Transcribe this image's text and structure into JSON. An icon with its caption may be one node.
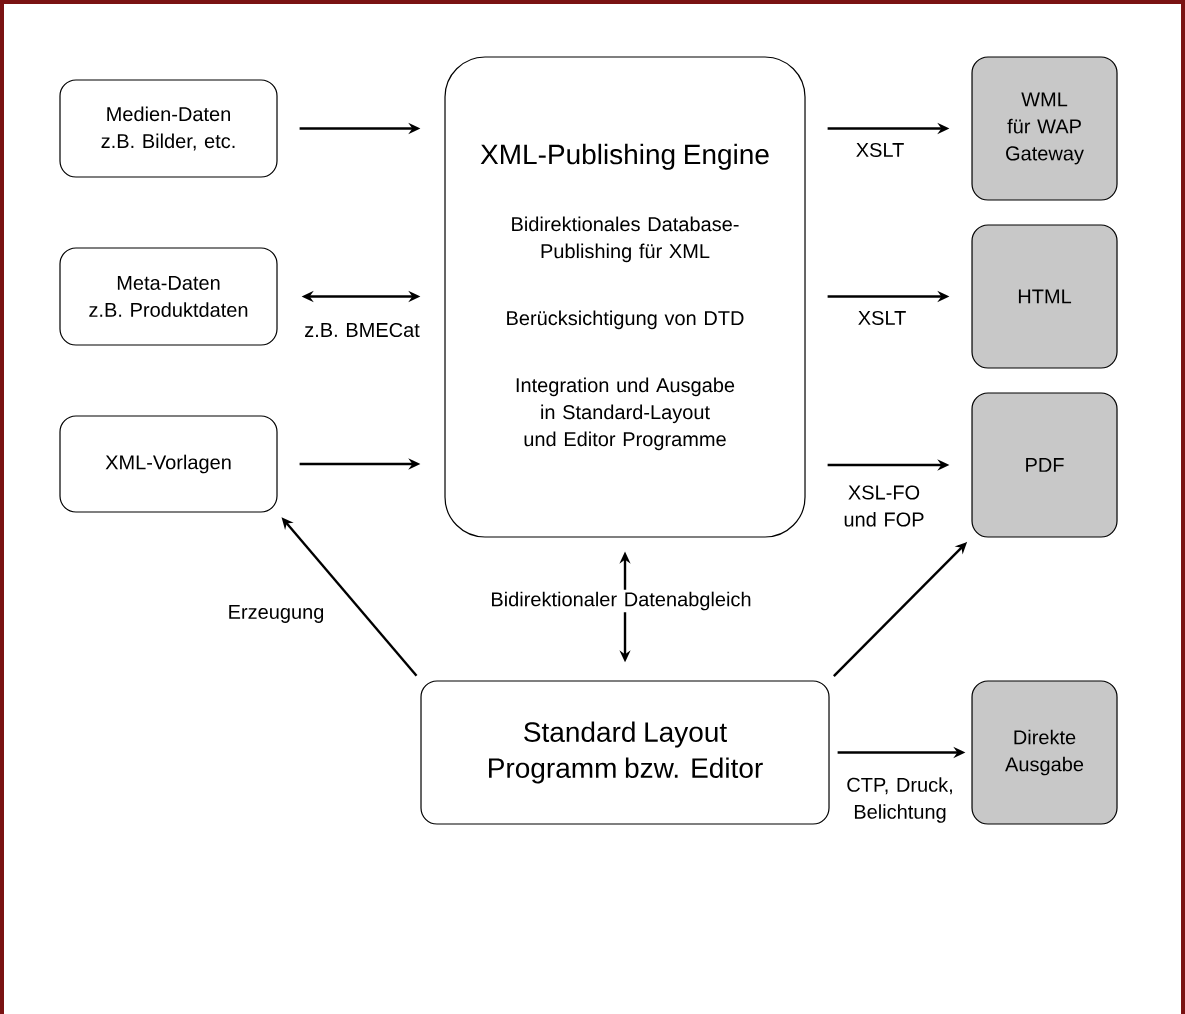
{
  "diagram": {
    "nodes": [
      {
        "text": [
          "Medien-Daten",
          "z.B. Bilder, etc."
        ]
      },
      {
        "text": [
          "Meta-Daten",
          "z.B. Produktdaten"
        ]
      },
      {
        "text": [
          "XML-Vorlagen"
        ]
      },
      {
        "text": [
          "XML-Publishing Engine",
          "Bidirektionales Database-Publishing für XML",
          "Berücksichtigung von DTD",
          "Integration und Ausgabe in Standard-Layout und Editor Programme"
        ]
      },
      {
        "text": [
          "WML für WAP Gateway"
        ]
      },
      {
        "text": [
          "HTML"
        ]
      },
      {
        "text": [
          "PDF"
        ]
      },
      {
        "text": [
          "Standard Layout Programm bzw. Editor"
        ]
      },
      {
        "text": [
          "Direkte Ausgabe"
        ]
      }
    ],
    "edges": [
      {
        "from": 0,
        "to": 3,
        "arrow": "to"
      },
      {
        "from": 1,
        "to": 3,
        "arrow": "both",
        "label": "z.B. BMECat"
      },
      {
        "from": 2,
        "to": 3,
        "arrow": "to"
      },
      {
        "from": 3,
        "to": 4,
        "arrow": "to",
        "label": "XSLT"
      },
      {
        "from": 3,
        "to": 5,
        "arrow": "to",
        "label": "XSLT"
      },
      {
        "from": 3,
        "to": 6,
        "arrow": "to",
        "label": "XSL-FO und FOP"
      },
      {
        "from": 3,
        "to": 7,
        "arrow": "both",
        "label": "Bidirektionaler Datenabgleich"
      },
      {
        "from": 7,
        "to": 2,
        "arrow": "to",
        "label": "Erzeugung"
      },
      {
        "from": 7,
        "to": 6,
        "arrow": "to"
      },
      {
        "from": 7,
        "to": 8,
        "arrow": "to",
        "label": "CTP, Druck, Belichtung"
      }
    ]
  }
}
